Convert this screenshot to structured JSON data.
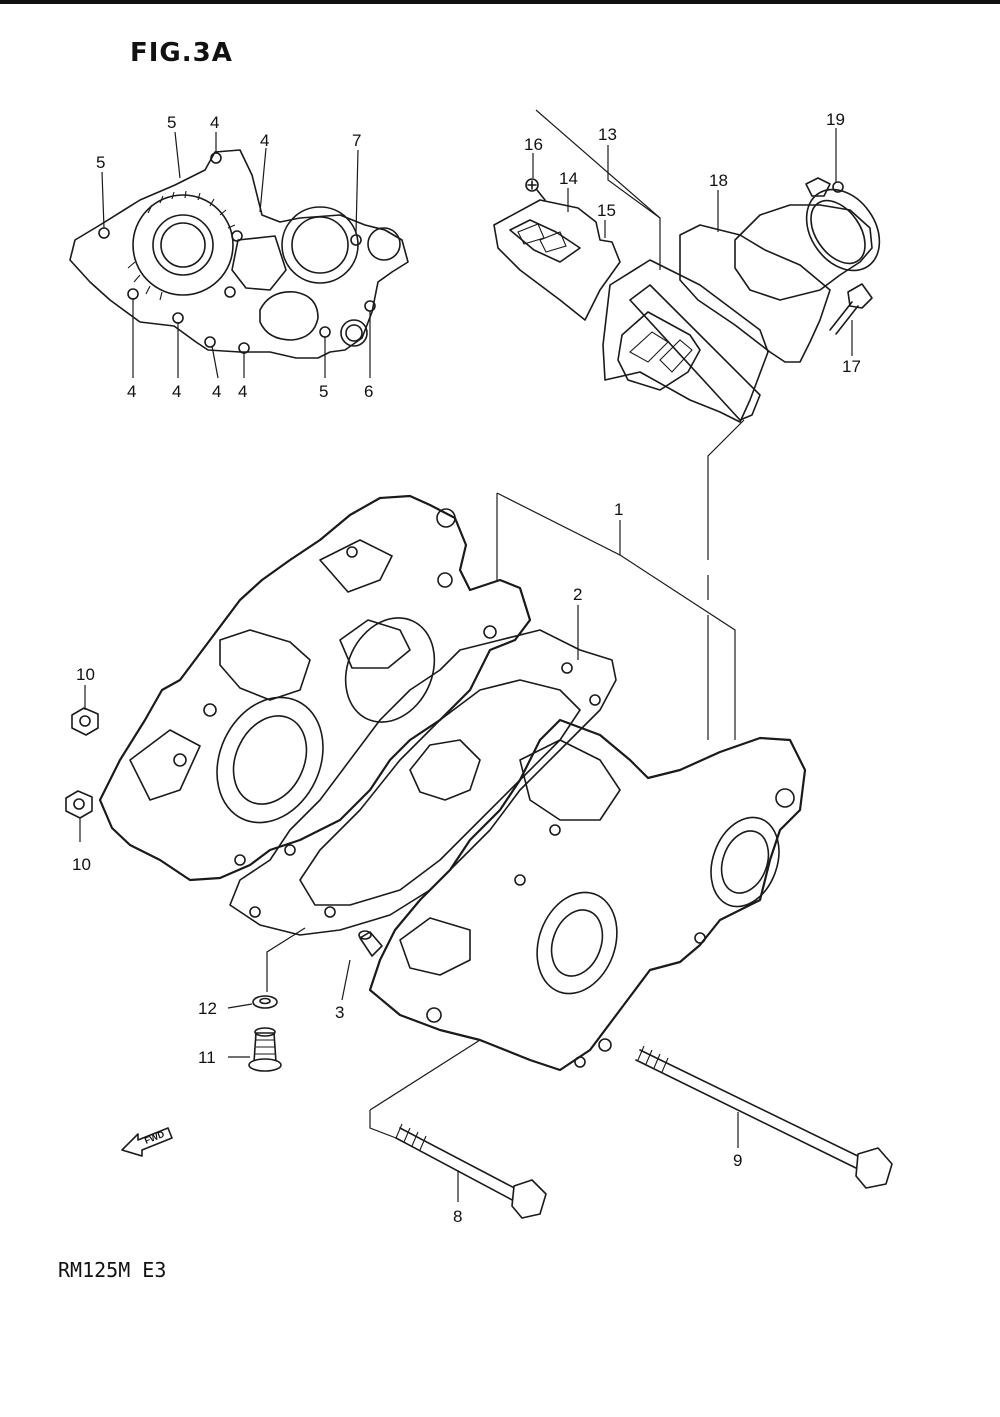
{
  "figure_title": "FIG.3A",
  "model_code": "RM125M  E3",
  "fwd_label": "FWD",
  "callouts": [
    {
      "id": "c1",
      "label": "1"
    },
    {
      "id": "c2",
      "label": "2"
    },
    {
      "id": "c3",
      "label": "3"
    },
    {
      "id": "c4a",
      "label": "4"
    },
    {
      "id": "c4b",
      "label": "4"
    },
    {
      "id": "c4c",
      "label": "4"
    },
    {
      "id": "c4d",
      "label": "4"
    },
    {
      "id": "c4e",
      "label": "4"
    },
    {
      "id": "c4f",
      "label": "4"
    },
    {
      "id": "c5a",
      "label": "5"
    },
    {
      "id": "c5b",
      "label": "5"
    },
    {
      "id": "c5c",
      "label": "5"
    },
    {
      "id": "c6",
      "label": "6"
    },
    {
      "id": "c7",
      "label": "7"
    },
    {
      "id": "c8",
      "label": "8"
    },
    {
      "id": "c9",
      "label": "9"
    },
    {
      "id": "c10a",
      "label": "10"
    },
    {
      "id": "c10b",
      "label": "10"
    },
    {
      "id": "c11",
      "label": "11"
    },
    {
      "id": "c12",
      "label": "12"
    },
    {
      "id": "c13",
      "label": "13"
    },
    {
      "id": "c14",
      "label": "14"
    },
    {
      "id": "c15",
      "label": "15"
    },
    {
      "id": "c16",
      "label": "16"
    },
    {
      "id": "c17",
      "label": "17"
    },
    {
      "id": "c18",
      "label": "18"
    },
    {
      "id": "c19",
      "label": "19"
    }
  ]
}
